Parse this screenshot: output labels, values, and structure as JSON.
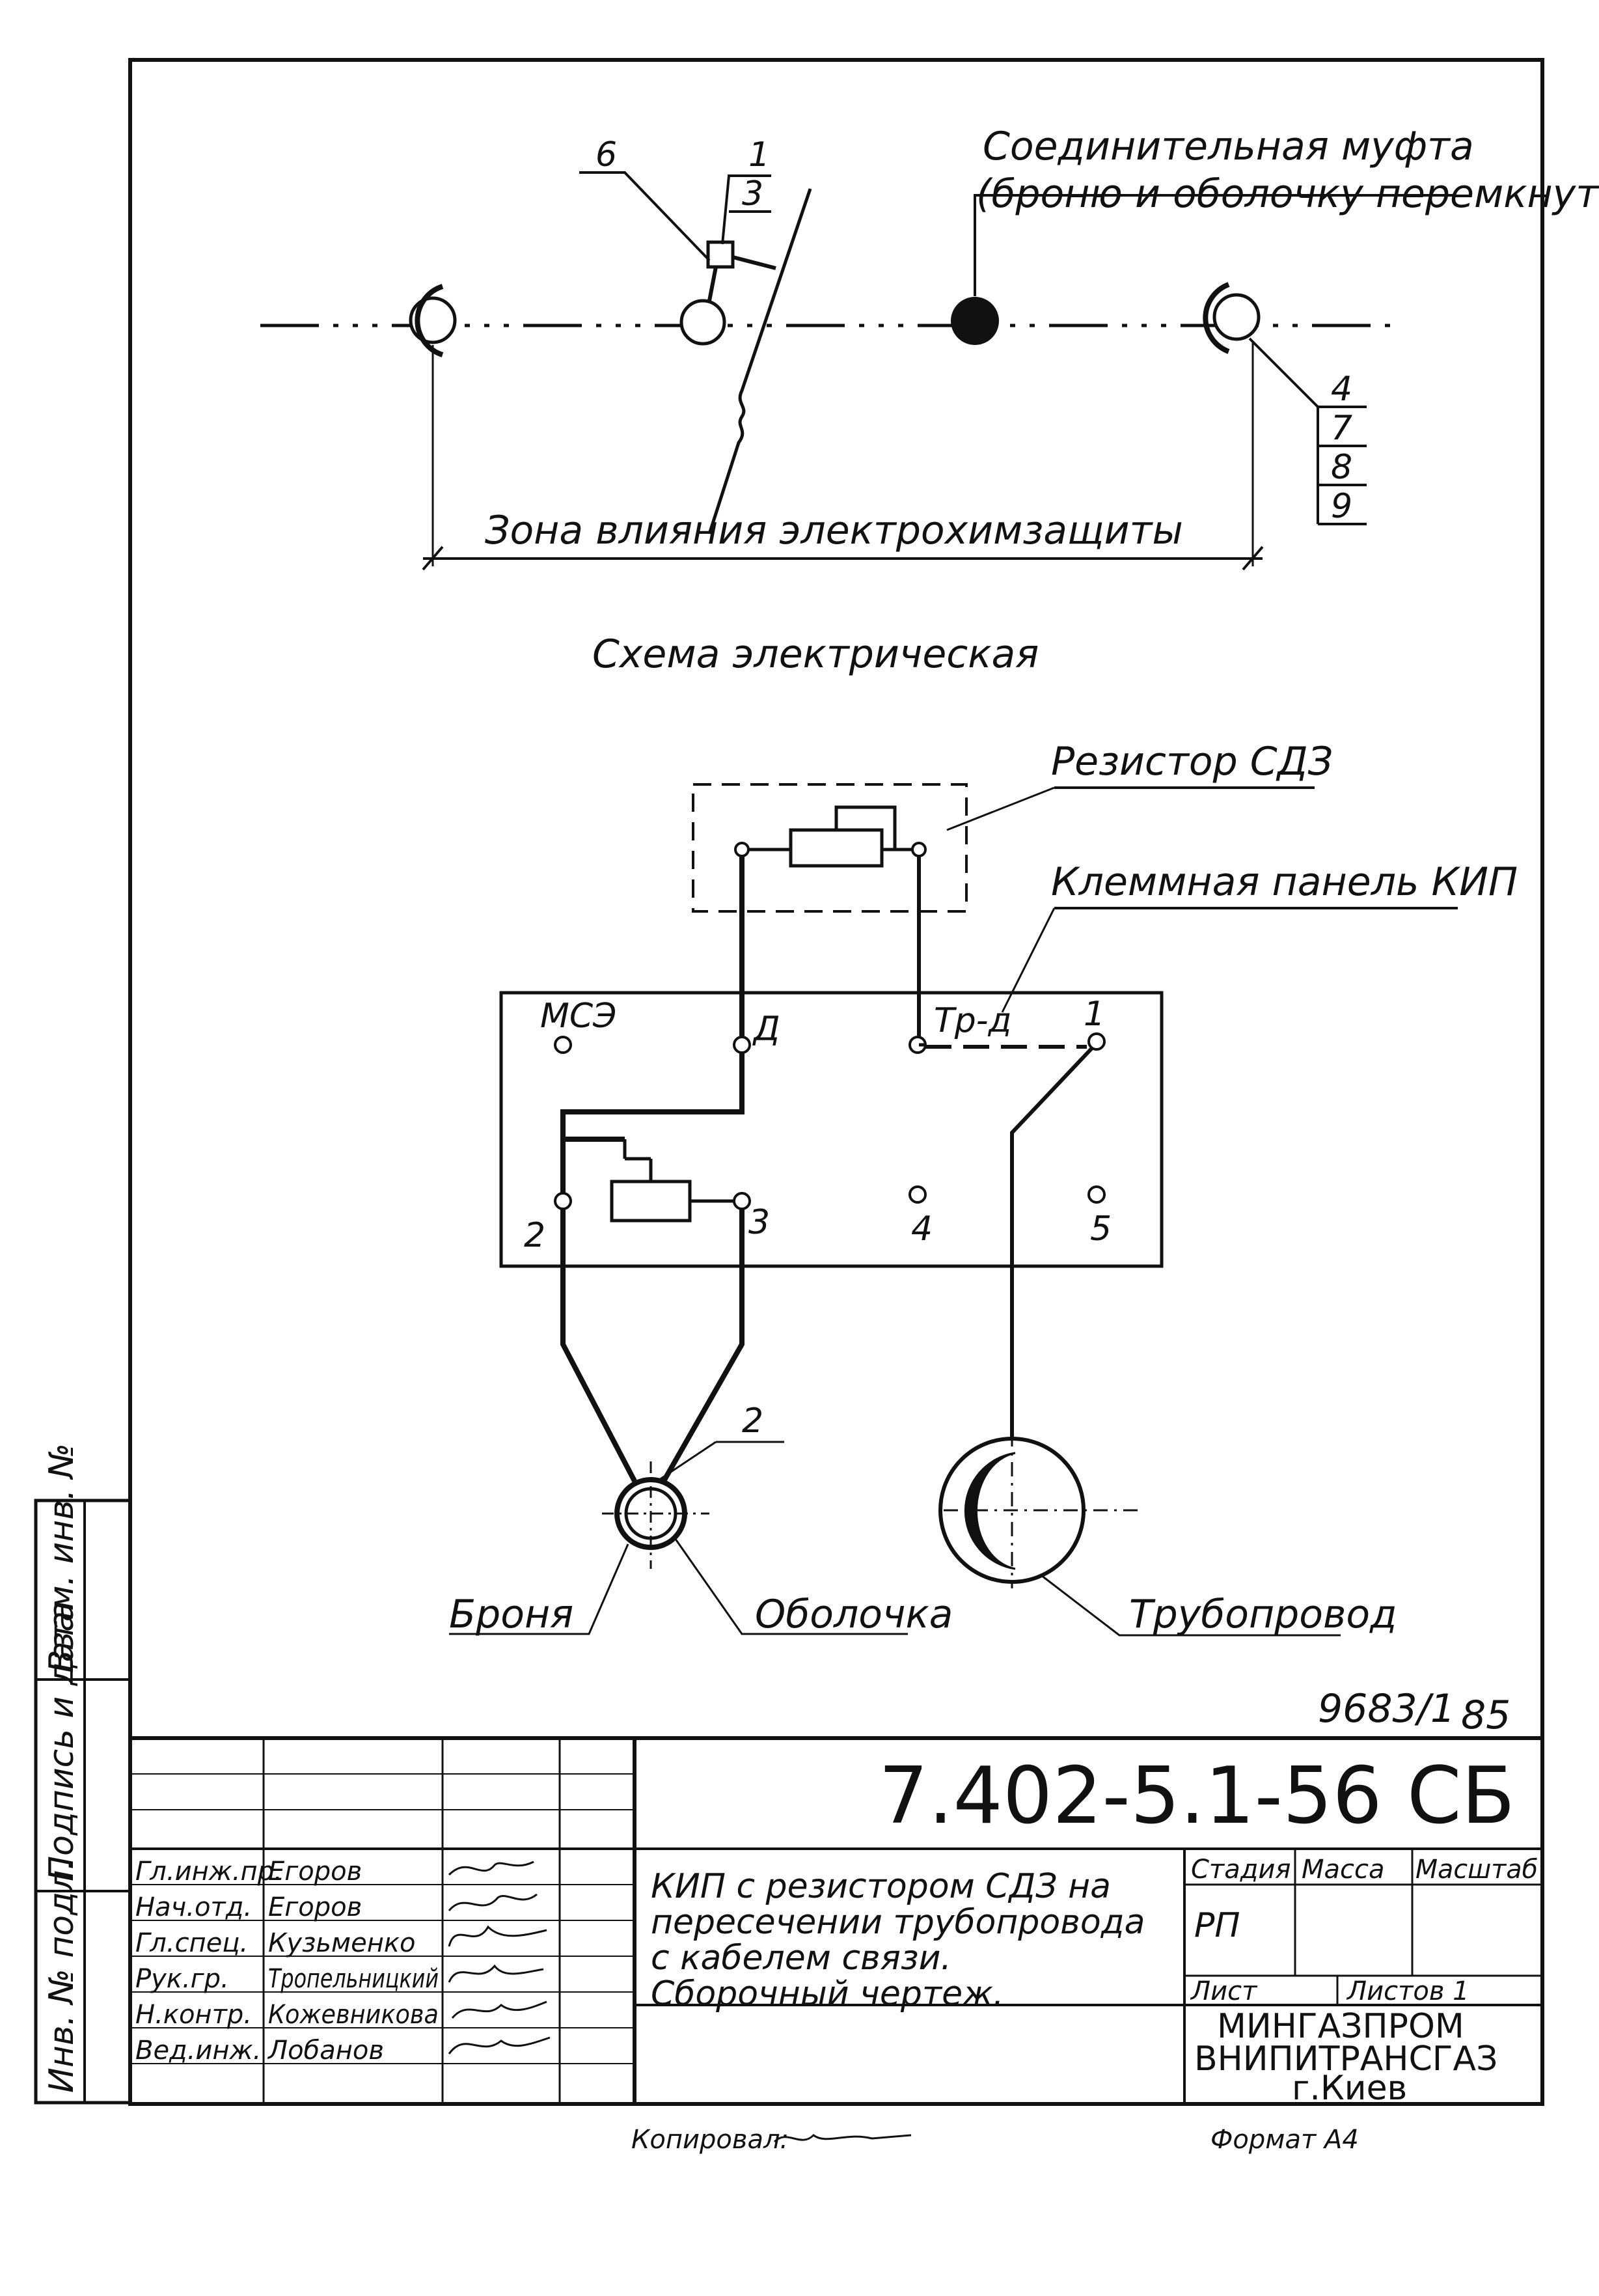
{
  "top_scheme": {
    "label_6": "6",
    "label_1": "1",
    "label_3": "3",
    "coupling_line1": "Соединительная муфта",
    "coupling_line2": "(броню и оболочку перемкнуть)",
    "labels_right": [
      "4",
      "7",
      "8",
      "9"
    ],
    "zone_label": "Зона влияния электрохимзащиты"
  },
  "schematic_title": "Схема электрическая",
  "schematic": {
    "resistor_label": "Резистор СДЗ",
    "panel_label": "Клеммная панель КИП",
    "terminal_mse": "МСЭ",
    "terminal_d": "Д",
    "terminal_trd": "Тр-д",
    "terminal_1": "1",
    "terminal_2": "2",
    "terminal_3": "3",
    "terminal_4": "4",
    "terminal_5": "5",
    "cable_label_2": "2",
    "armor_label": "Броня",
    "sheath_label": "Оболочка",
    "pipeline_label": "Трубопровод"
  },
  "page_numbers": {
    "inventory": "9683/1",
    "sheet": "85"
  },
  "left_margin": {
    "field_replace": "Взам. инв. №",
    "field_sign": "Подпись и дата",
    "field_orig": "Инв. № подл."
  },
  "title_block": {
    "doc_code": "7.402-5.1-56 СБ",
    "roles": [
      "Гл.инж.пр.",
      "Нач.отд.",
      "Гл.спец.",
      "Рук.гр.",
      "Н.контр.",
      "Вед.инж."
    ],
    "names": [
      "Егоров",
      "Егоров",
      "Кузьменко",
      "Тропельницкий",
      "Кожевникова",
      "Лобанов"
    ],
    "description": [
      "КИП с резистором СДЗ на",
      "пересечении трубопровода",
      "с кабелем связи.",
      "Сборочный чертеж."
    ],
    "col_stage": "Стадия",
    "col_mass": "Масса",
    "col_scale": "Масштаб",
    "stage_value": "РП",
    "sheet_label": "Лист",
    "sheets_label": "Листов 1",
    "org_line1": "МИНГАЗПРОМ",
    "org_line2": "ВНИПИТРАНСГАЗ",
    "org_line3": "г.Киев"
  },
  "footer": {
    "copied": "Копировал:",
    "format": "Формат А4"
  }
}
